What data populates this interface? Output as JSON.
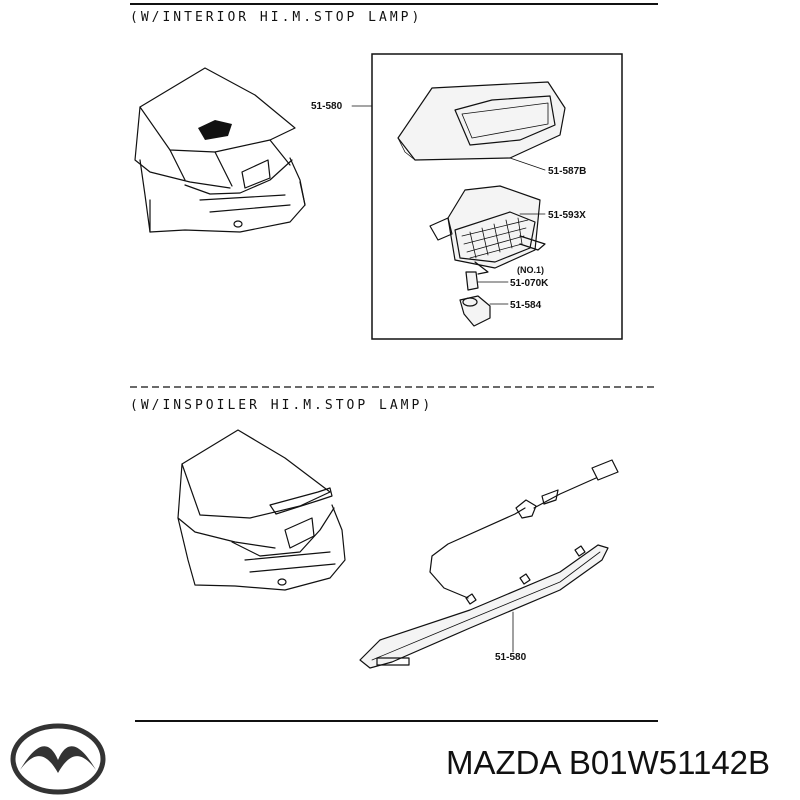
{
  "sections": [
    {
      "title": "(W/INTERIOR HI.M.STOP LAMP)",
      "parts": [
        "51-580",
        "51-587B",
        "51-593X",
        "(NO.1)",
        "51-070K",
        "51-584"
      ]
    },
    {
      "title": "(W/INSPOILER HI.M.STOP LAMP)",
      "parts": [
        "51-580"
      ]
    }
  ],
  "footer": {
    "logo": "mazda-logo-icon",
    "caption": "MAZDA B01W51142B"
  }
}
